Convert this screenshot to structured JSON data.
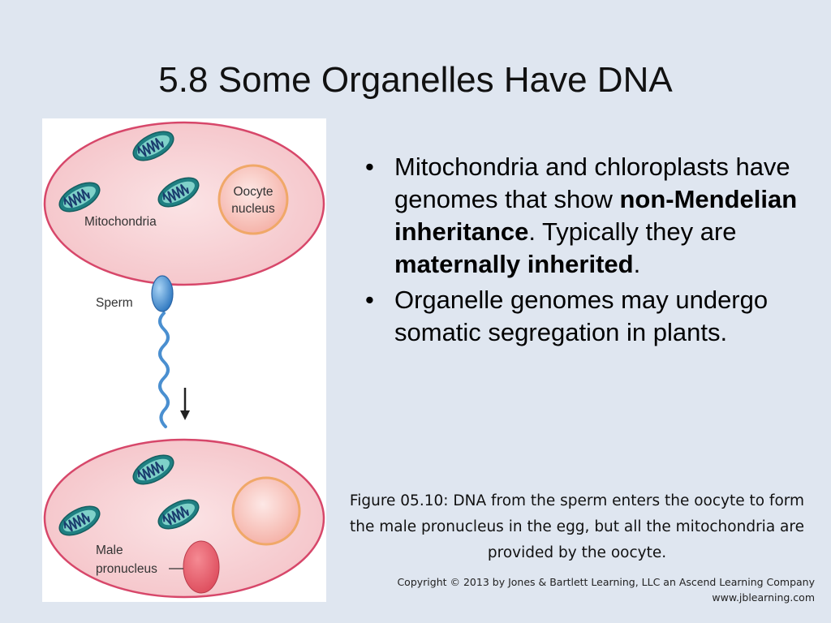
{
  "slide": {
    "title": "5.8  Some Organelles Have DNA"
  },
  "figure": {
    "mitochondria_label": "Mitochondria",
    "oocyte_nucleus_line1": "Oocyte",
    "oocyte_nucleus_line2": "nucleus",
    "sperm_label": "Sperm",
    "male_pronucleus_line1": "Male",
    "male_pronucleus_line2": "pronucleus"
  },
  "bullets": [
    {
      "parts": [
        {
          "text": "Mitochondria and chloroplasts have genomes that show "
        },
        {
          "text": "non-Mendelian inheritance",
          "bold": true
        },
        {
          "text": ". Typically they are "
        },
        {
          "text": "maternally inherited",
          "bold": true
        },
        {
          "text": "."
        }
      ]
    },
    {
      "parts": [
        {
          "text": "Organelle genomes may undergo somatic segregation in plants."
        }
      ]
    }
  ],
  "bullet_symbol": "•",
  "caption": "Figure 05.10: DNA from the sperm enters the oocyte to form the male pronucleus in the egg, but all the mitochondria are provided by the oocyte.",
  "copyright": {
    "line1": "Copyright © 2013 by Jones & Bartlett Learning, LLC an Ascend Learning Company",
    "line2": "www.jblearning.com"
  },
  "colors": {
    "background": "#dfe6f0",
    "cell_fill": "#f6cdd0",
    "cell_stroke": "#d7476a",
    "mitochondria_fill": "#2f9a9a",
    "sperm": "#4a8fd0",
    "pronucleus": "#e85d6b"
  }
}
